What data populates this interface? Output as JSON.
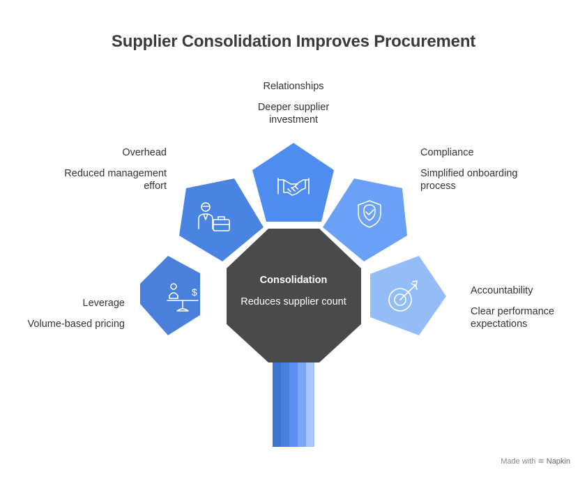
{
  "title": "Supplier Consolidation Improves Procurement",
  "center": {
    "title": "Consolidation",
    "description": "Reduces supplier count"
  },
  "nodes": [
    {
      "title": "Leverage",
      "description": "Volume-based pricing",
      "icon": "scale-money-icon",
      "color": "#4a7fdc"
    },
    {
      "title": "Overhead",
      "description": "Reduced management effort",
      "icon": "person-briefcase-icon",
      "color": "#4a84e3"
    },
    {
      "title": "Relationships",
      "description": "Deeper supplier investment",
      "icon": "handshake-icon",
      "color": "#4e8cf0"
    },
    {
      "title": "Compliance",
      "description": "Simplified onboarding process",
      "icon": "shield-check-icon",
      "color": "#6aa0f5"
    },
    {
      "title": "Accountability",
      "description": "Clear performance expectations",
      "icon": "target-arrow-icon",
      "color": "#94bdf8"
    }
  ],
  "colors": {
    "center": "#4a4a4a",
    "stem": [
      "#3f73d0",
      "#4a80e0",
      "#5b90ee",
      "#7aa8f4",
      "#a4c6f9"
    ]
  },
  "footer": {
    "made_with": "Made with",
    "brand": "Napkin"
  }
}
